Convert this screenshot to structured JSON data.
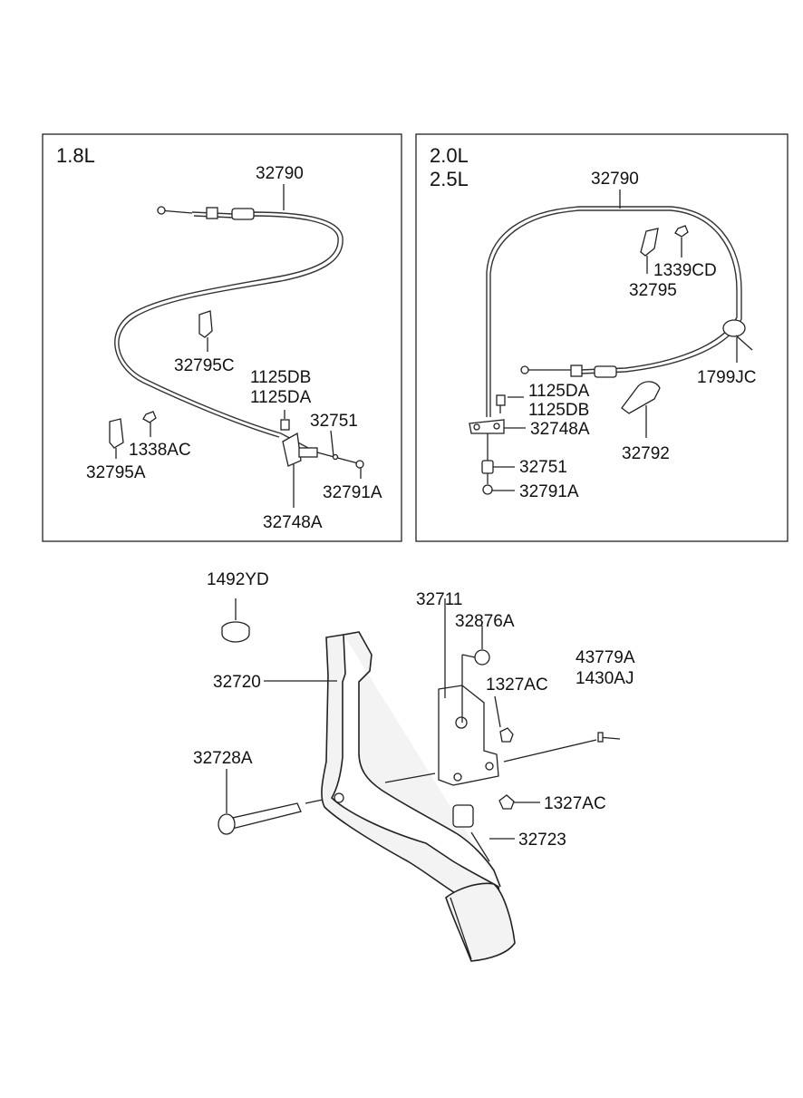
{
  "panels": {
    "left": {
      "engine": "1.8L"
    },
    "right": {
      "engine_1": "2.0L",
      "engine_2": "2.5L"
    }
  },
  "labels": {
    "l_32790": "32790",
    "l_32795C": "32795C",
    "l_1125DB": "1125DB",
    "l_1125DA": "1125DA",
    "l_32751": "32751",
    "l_1338AC": "1338AC",
    "l_32795A": "32795A",
    "l_32791A": "32791A",
    "l_32748A": "32748A",
    "r_32790": "32790",
    "r_1339CD": "1339CD",
    "r_32795": "32795",
    "r_1799JC": "1799JC",
    "r_1125DA": "1125DA",
    "r_1125DB": "1125DB",
    "r_32748A": "32748A",
    "r_32792": "32792",
    "r_32751": "32751",
    "r_32791A": "32791A",
    "b_1492YD": "1492YD",
    "b_32711": "32711",
    "b_32876A": "32876A",
    "b_43779A": "43779A",
    "b_1430AJ": "1430AJ",
    "b_32720": "32720",
    "b_1327AC_top": "1327AC",
    "b_32728A": "32728A",
    "b_1327AC_bottom": "1327AC",
    "b_32723": "32723"
  }
}
